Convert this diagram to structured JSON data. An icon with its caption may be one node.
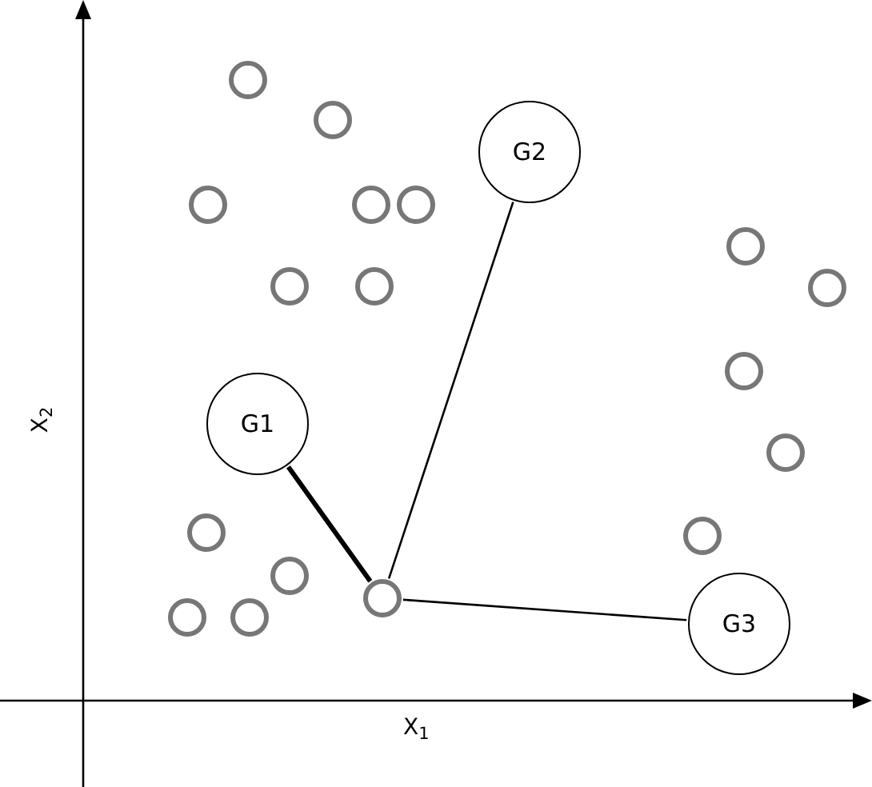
{
  "diagram": {
    "nodes": [
      {
        "text": [],
        "shape": "circle"
      },
      {
        "text": [],
        "shape": "circle"
      },
      {
        "text": [
          "G2"
        ]
      },
      {
        "text": [],
        "shape": "circle"
      },
      {
        "text": [],
        "shape": "circle"
      },
      {
        "text": [],
        "shape": "circle"
      },
      {
        "text": [],
        "shape": "circle"
      },
      {
        "text": [],
        "shape": "circle"
      },
      {
        "text": [],
        "shape": "circle"
      },
      {
        "text": [],
        "shape": "circle"
      },
      {
        "text": [],
        "shape": "circle"
      },
      {
        "text": [
          "G1"
        ]
      },
      {
        "text": [],
        "shape": "circle"
      },
      {
        "text": [],
        "shape": "circle"
      },
      {
        "text": [],
        "shape": "circle"
      },
      {
        "text": [],
        "shape": "circle"
      },
      {
        "text": [],
        "shape": "circle"
      },
      {
        "text": [],
        "shape": "circle"
      },
      {
        "text": [],
        "shape": "circle"
      },
      {
        "text": [
          "G3"
        ]
      }
    ],
    "edges": [
      {
        "from": 16,
        "to": 11,
        "arrow": "none",
        "style": "thick"
      },
      {
        "from": 16,
        "to": 2,
        "arrow": "none"
      },
      {
        "from": 16,
        "to": 19,
        "arrow": "none"
      }
    ],
    "labels": [
      "X$_{1}$",
      "X$_{2}$"
    ]
  }
}
